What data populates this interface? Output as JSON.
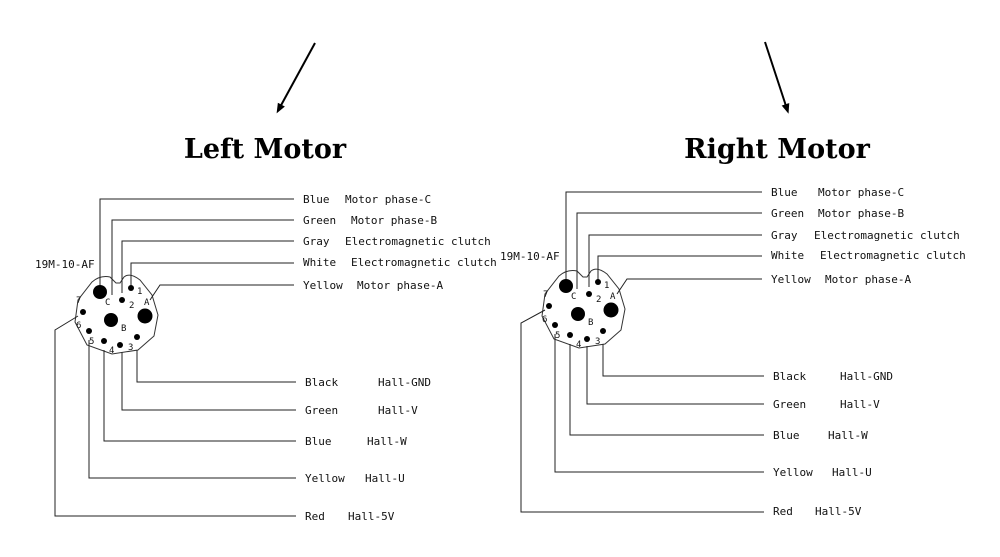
{
  "left_motor": {
    "title": "Left Motor",
    "connector": "19M-10-AF",
    "top_wires": [
      {
        "color": "Blue",
        "function": "Motor phase-C"
      },
      {
        "color": "Green",
        "function": "Motor phase-B"
      },
      {
        "color": "Gray",
        "function": "Electromagnetic clutch"
      },
      {
        "color": "White",
        "function": "Electromagnetic clutch"
      },
      {
        "color": "Yellow",
        "function": "Motor phase-A"
      }
    ],
    "bottom_wires": [
      {
        "color": "Black",
        "function": "Hall-GND"
      },
      {
        "color": "Green",
        "function": "Hall-V"
      },
      {
        "color": "Blue",
        "function": "Hall-W"
      },
      {
        "color": "Yellow",
        "function": "Hall-U"
      },
      {
        "color": "Red",
        "function": "Hall-5V"
      }
    ]
  },
  "right_motor": {
    "title": "Right Motor",
    "connector": "19M-10-AF",
    "top_wires": [
      {
        "color": "Blue",
        "function": "Motor phase-C"
      },
      {
        "color": "Green",
        "function": "Motor phase-B"
      },
      {
        "color": "Gray",
        "function": "Electromagnetic clutch"
      },
      {
        "color": "White",
        "function": "Electromagnetic clutch"
      },
      {
        "color": "Yellow",
        "function": "Motor phase-A"
      }
    ],
    "bottom_wires": [
      {
        "color": "Black",
        "function": "Hall-GND"
      },
      {
        "color": "Green",
        "function": "Hall-V"
      },
      {
        "color": "Blue",
        "function": "Hall-W"
      },
      {
        "color": "Yellow",
        "function": "Hall-U"
      },
      {
        "color": "Red",
        "function": "Hall-5V"
      }
    ]
  },
  "pin_labels": [
    "1",
    "2",
    "3",
    "4",
    "5",
    "6",
    "7",
    "A",
    "B",
    "C"
  ]
}
